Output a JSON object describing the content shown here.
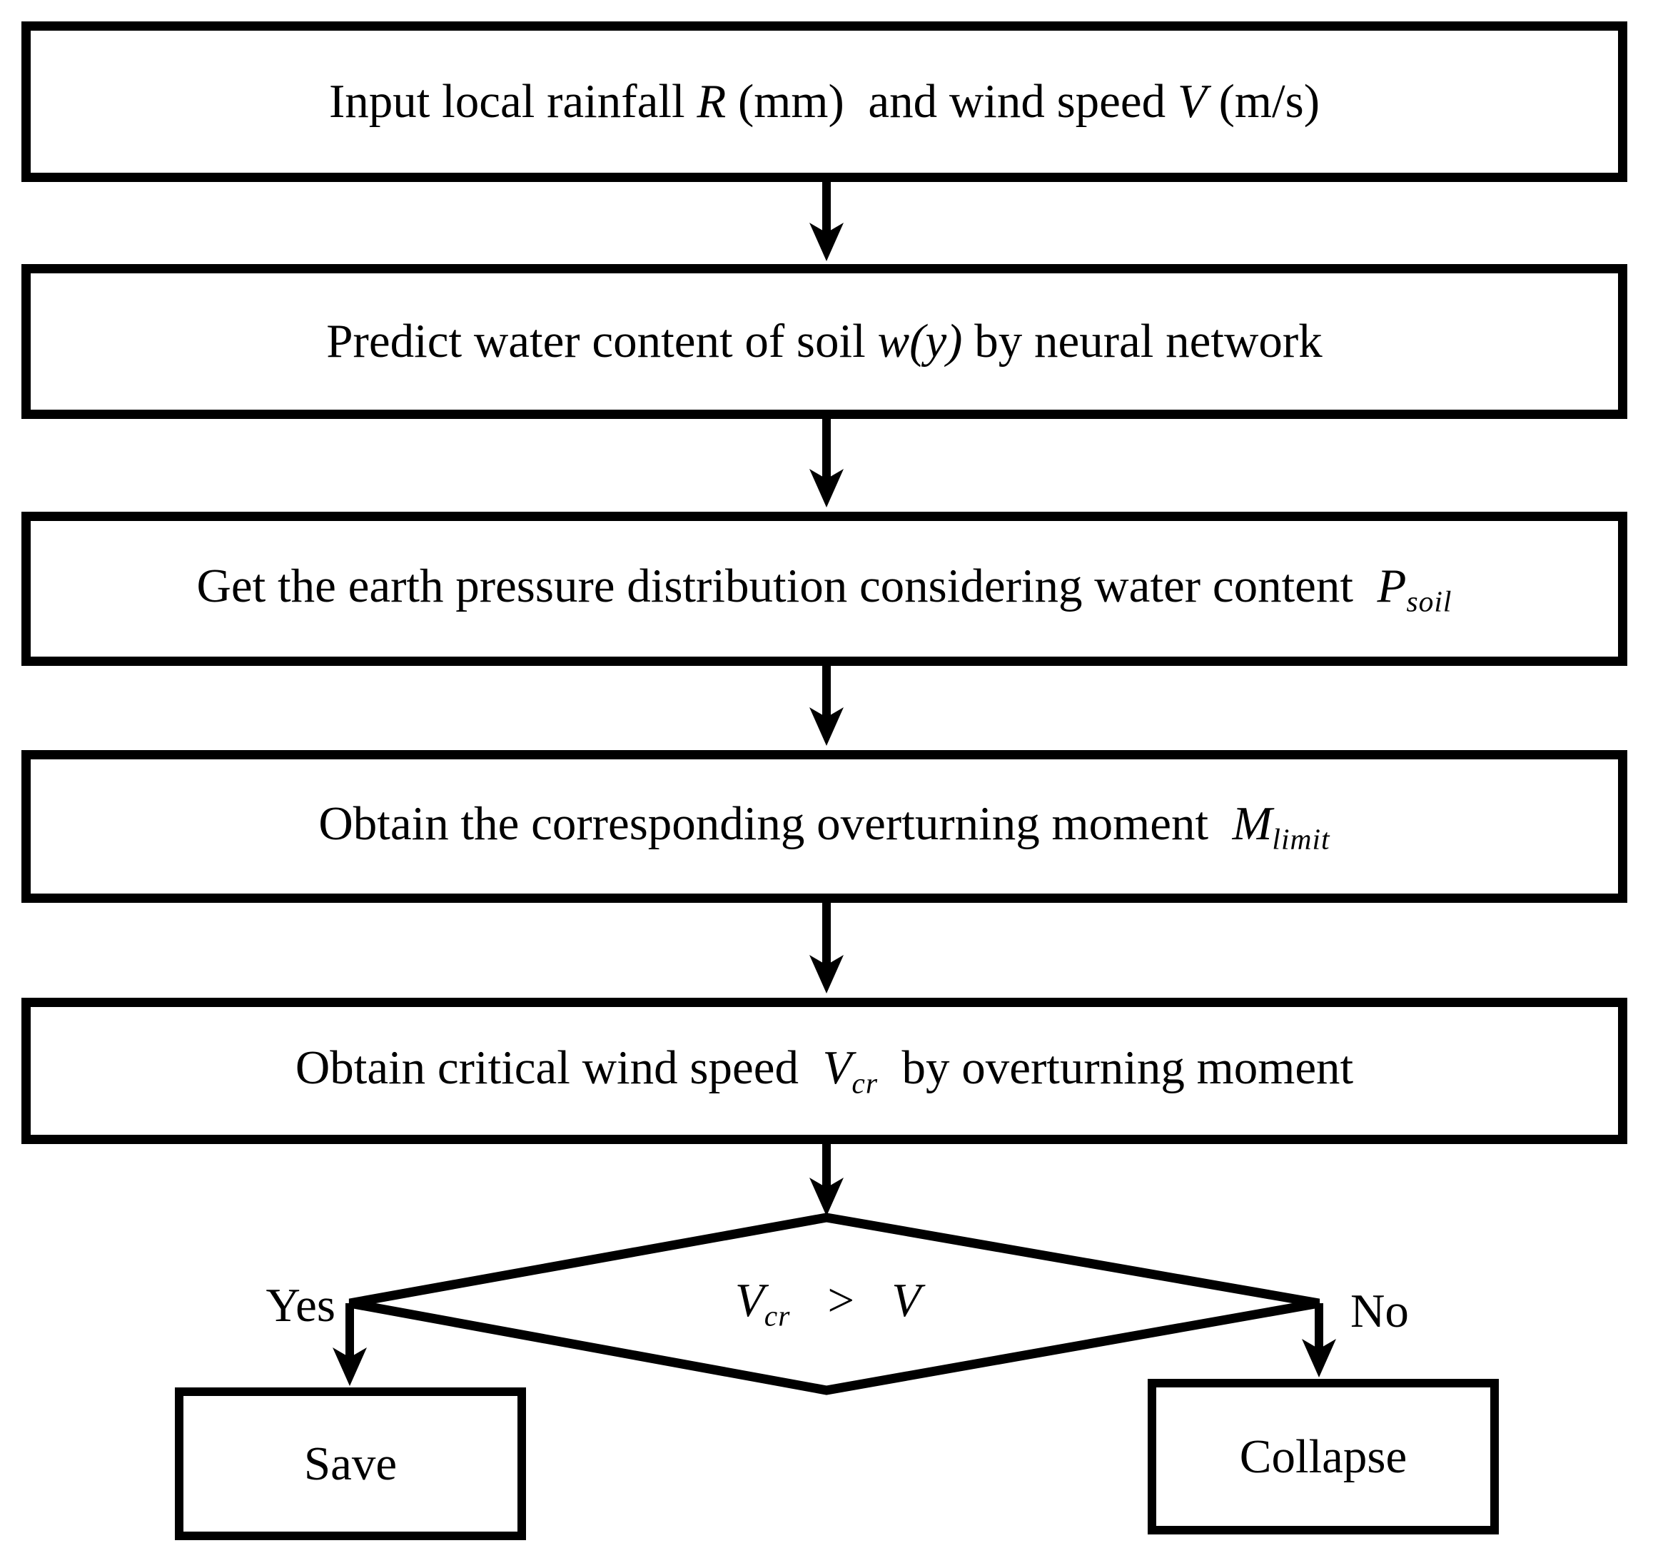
{
  "flow": {
    "process_boxes": [
      {
        "id": "input",
        "parts": [
          "Input local rainfall ",
          "R",
          " (mm)  and wind speed ",
          "V",
          " (m/s)"
        ]
      },
      {
        "id": "predict",
        "parts": [
          "Predict water content of soil ",
          "w(y)",
          " by neural network"
        ]
      },
      {
        "id": "earth_pressure",
        "parts": [
          "Get the earth pressure distribution considering water content  ",
          "P",
          "soil"
        ]
      },
      {
        "id": "moment",
        "parts": [
          "Obtain the corresponding overturning moment  ",
          "M",
          "limit"
        ]
      },
      {
        "id": "critical_wind",
        "parts": [
          "Obtain critical wind speed  ",
          "V",
          "cr",
          "  by overturning moment"
        ]
      }
    ],
    "decision": {
      "var1": "V",
      "sub1": "cr",
      "operator": ">",
      "var2": "V"
    },
    "branch_labels": {
      "yes": "Yes",
      "no": "No"
    },
    "terminal_boxes": {
      "save": "Save",
      "collapse": "Collapse"
    },
    "colors": {
      "ink": "#000000",
      "paper": "#ffffff"
    }
  }
}
